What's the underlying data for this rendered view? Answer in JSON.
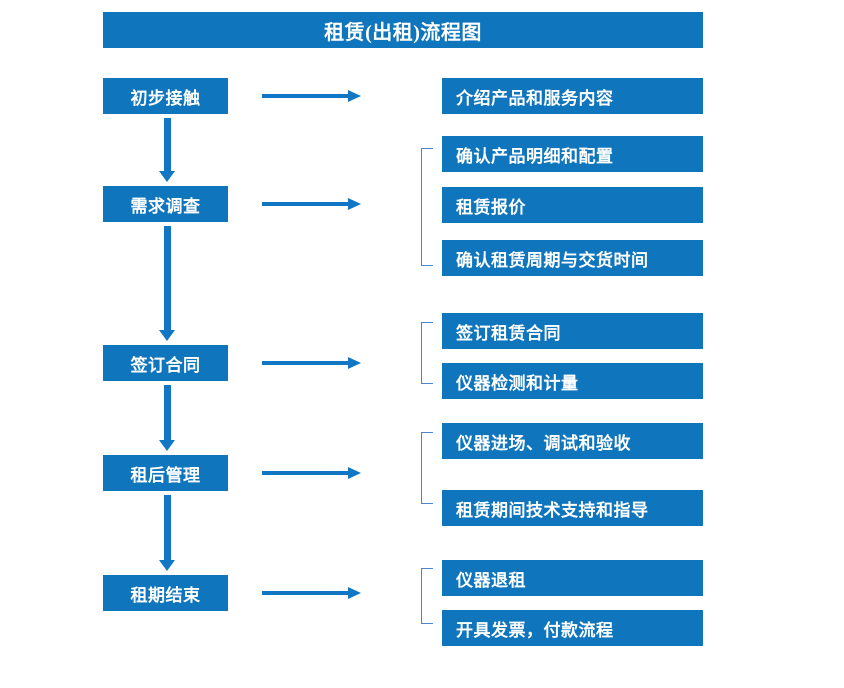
{
  "header": {
    "title": "租赁(出租)流程图"
  },
  "theme": {
    "box_blue": "#0f75bd",
    "arrow_blue": "#1176c4",
    "bracket_blue": "#4a86c8",
    "text_white": "#ffffff",
    "background": "#ffffff"
  },
  "flow": {
    "stages": [
      {
        "label": "初步接触"
      },
      {
        "label": "需求调查"
      },
      {
        "label": "签订合同"
      },
      {
        "label": "租后管理"
      },
      {
        "label": "租期结束"
      }
    ],
    "details": [
      {
        "label": "介绍产品和服务内容"
      },
      {
        "label": "确认产品明细和配置"
      },
      {
        "label": "租赁报价"
      },
      {
        "label": "确认租赁周期与交货时间"
      },
      {
        "label": "签订租赁合同"
      },
      {
        "label": "仪器检测和计量"
      },
      {
        "label": "仪器进场、调试和验收"
      },
      {
        "label": "租赁期间技术支持和指导"
      },
      {
        "label": "仪器退租"
      },
      {
        "label": "开具发票，付款流程"
      }
    ],
    "connectors": {
      "horizontal_arrow_count": 5,
      "vertical_arrow_count": 4,
      "bracket_count": 4
    }
  }
}
